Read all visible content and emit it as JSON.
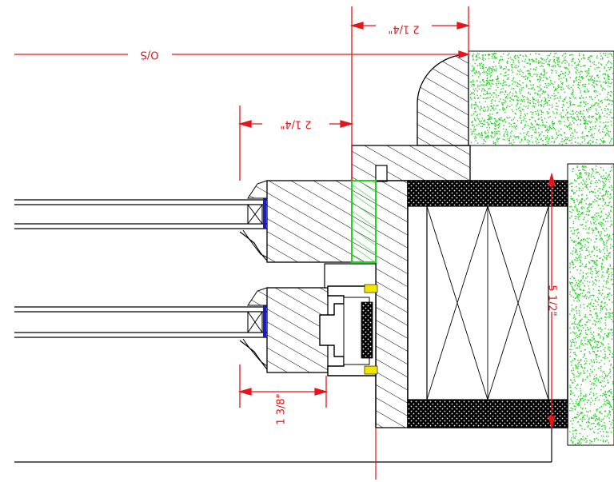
{
  "colors": {
    "dimension": "#e8141b",
    "line": "#000000",
    "insulation": "#1fd41f",
    "glazing_seal": "#1a1acc",
    "weatherstrip": "#f2e600",
    "background": "#ffffff"
  },
  "dimensions": {
    "outside_to_outside": "O/S",
    "upper_offset": "2 1/4\"",
    "sash_offset": "2 1/4\"",
    "lower_offset": "1 3/8\"",
    "jamb_depth": "5 1/2\""
  }
}
